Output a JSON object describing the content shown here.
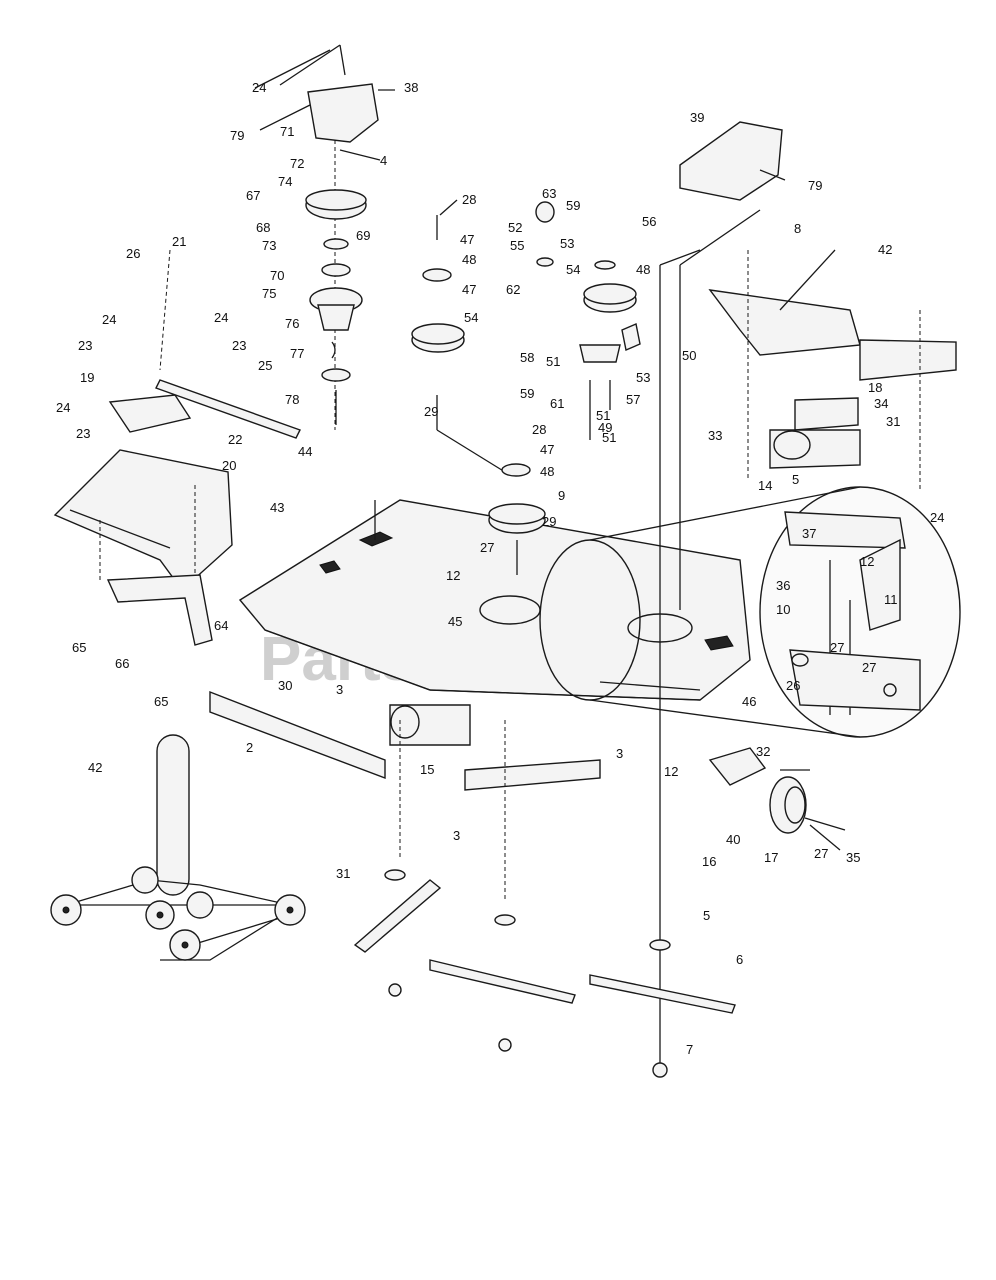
{
  "watermark": {
    "text": "PartsTree",
    "trademark": "TM"
  },
  "callouts": [
    "24",
    "38",
    "79",
    "4",
    "71",
    "72",
    "74",
    "67",
    "69",
    "68",
    "73",
    "70",
    "75",
    "76",
    "77",
    "78",
    "26",
    "21",
    "24",
    "23",
    "24",
    "23",
    "25",
    "19",
    "22",
    "24",
    "23",
    "20",
    "44",
    "43",
    "12",
    "65",
    "66",
    "64",
    "65",
    "30",
    "3",
    "2",
    "3",
    "45",
    "15",
    "42",
    "31",
    "28",
    "47",
    "48",
    "47",
    "54",
    "29",
    "28",
    "47",
    "48",
    "9",
    "29",
    "27",
    "63",
    "52",
    "55",
    "62",
    "59",
    "56",
    "53",
    "48",
    "54",
    "50",
    "58",
    "51",
    "59",
    "61",
    "53",
    "57",
    "51",
    "49",
    "51",
    "39",
    "79",
    "8",
    "42",
    "18",
    "34",
    "31",
    "33",
    "14",
    "5",
    "24",
    "37",
    "12",
    "36",
    "11",
    "10",
    "27",
    "26",
    "27",
    "46",
    "3",
    "32",
    "12",
    "16",
    "40",
    "17",
    "27",
    "35",
    "5",
    "6",
    "7"
  ]
}
